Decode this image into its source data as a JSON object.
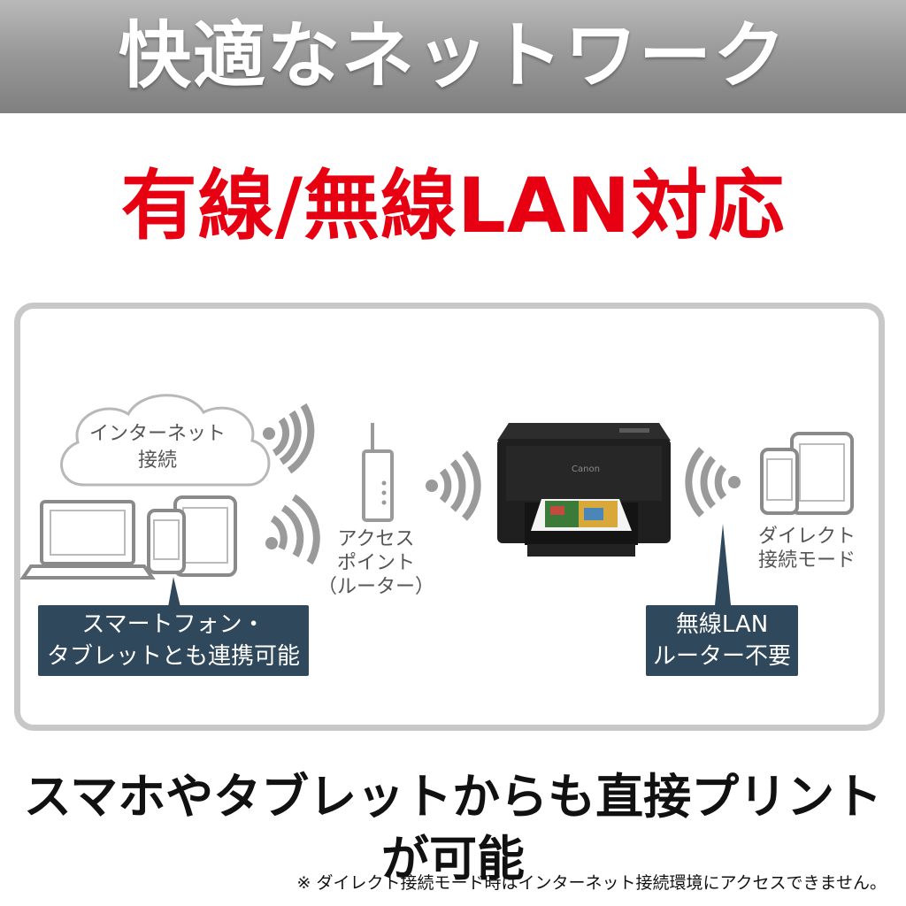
{
  "header": {
    "title": "快適なネットワーク"
  },
  "headline": {
    "text": "有線/無線LAN対応"
  },
  "diagram": {
    "cloud_label_line1": "インターネット",
    "cloud_label_line2": "接続",
    "access_point_line1": "アクセス",
    "access_point_line2": "ポイント",
    "access_point_line3": "（ルーター）",
    "direct_line1": "ダイレクト",
    "direct_line2": "接続モード",
    "printer_brand": "Canon",
    "callout_left_line1": "スマートフォン・",
    "callout_left_line2": "タブレットとも連携可能",
    "callout_right_line1": "無線LAN",
    "callout_right_line2": "ルーター不要"
  },
  "footer": {
    "text": "スマホやタブレットからも直接プリントが可能",
    "note": "※ ダイレクト接続モード時はインターネット接続環境にアクセスできません。"
  },
  "colors": {
    "accent_red": "#e60012",
    "callout_navy": "#30485b",
    "panel_border": "#c8c8c8",
    "header_gray": "#9a9a9a"
  }
}
